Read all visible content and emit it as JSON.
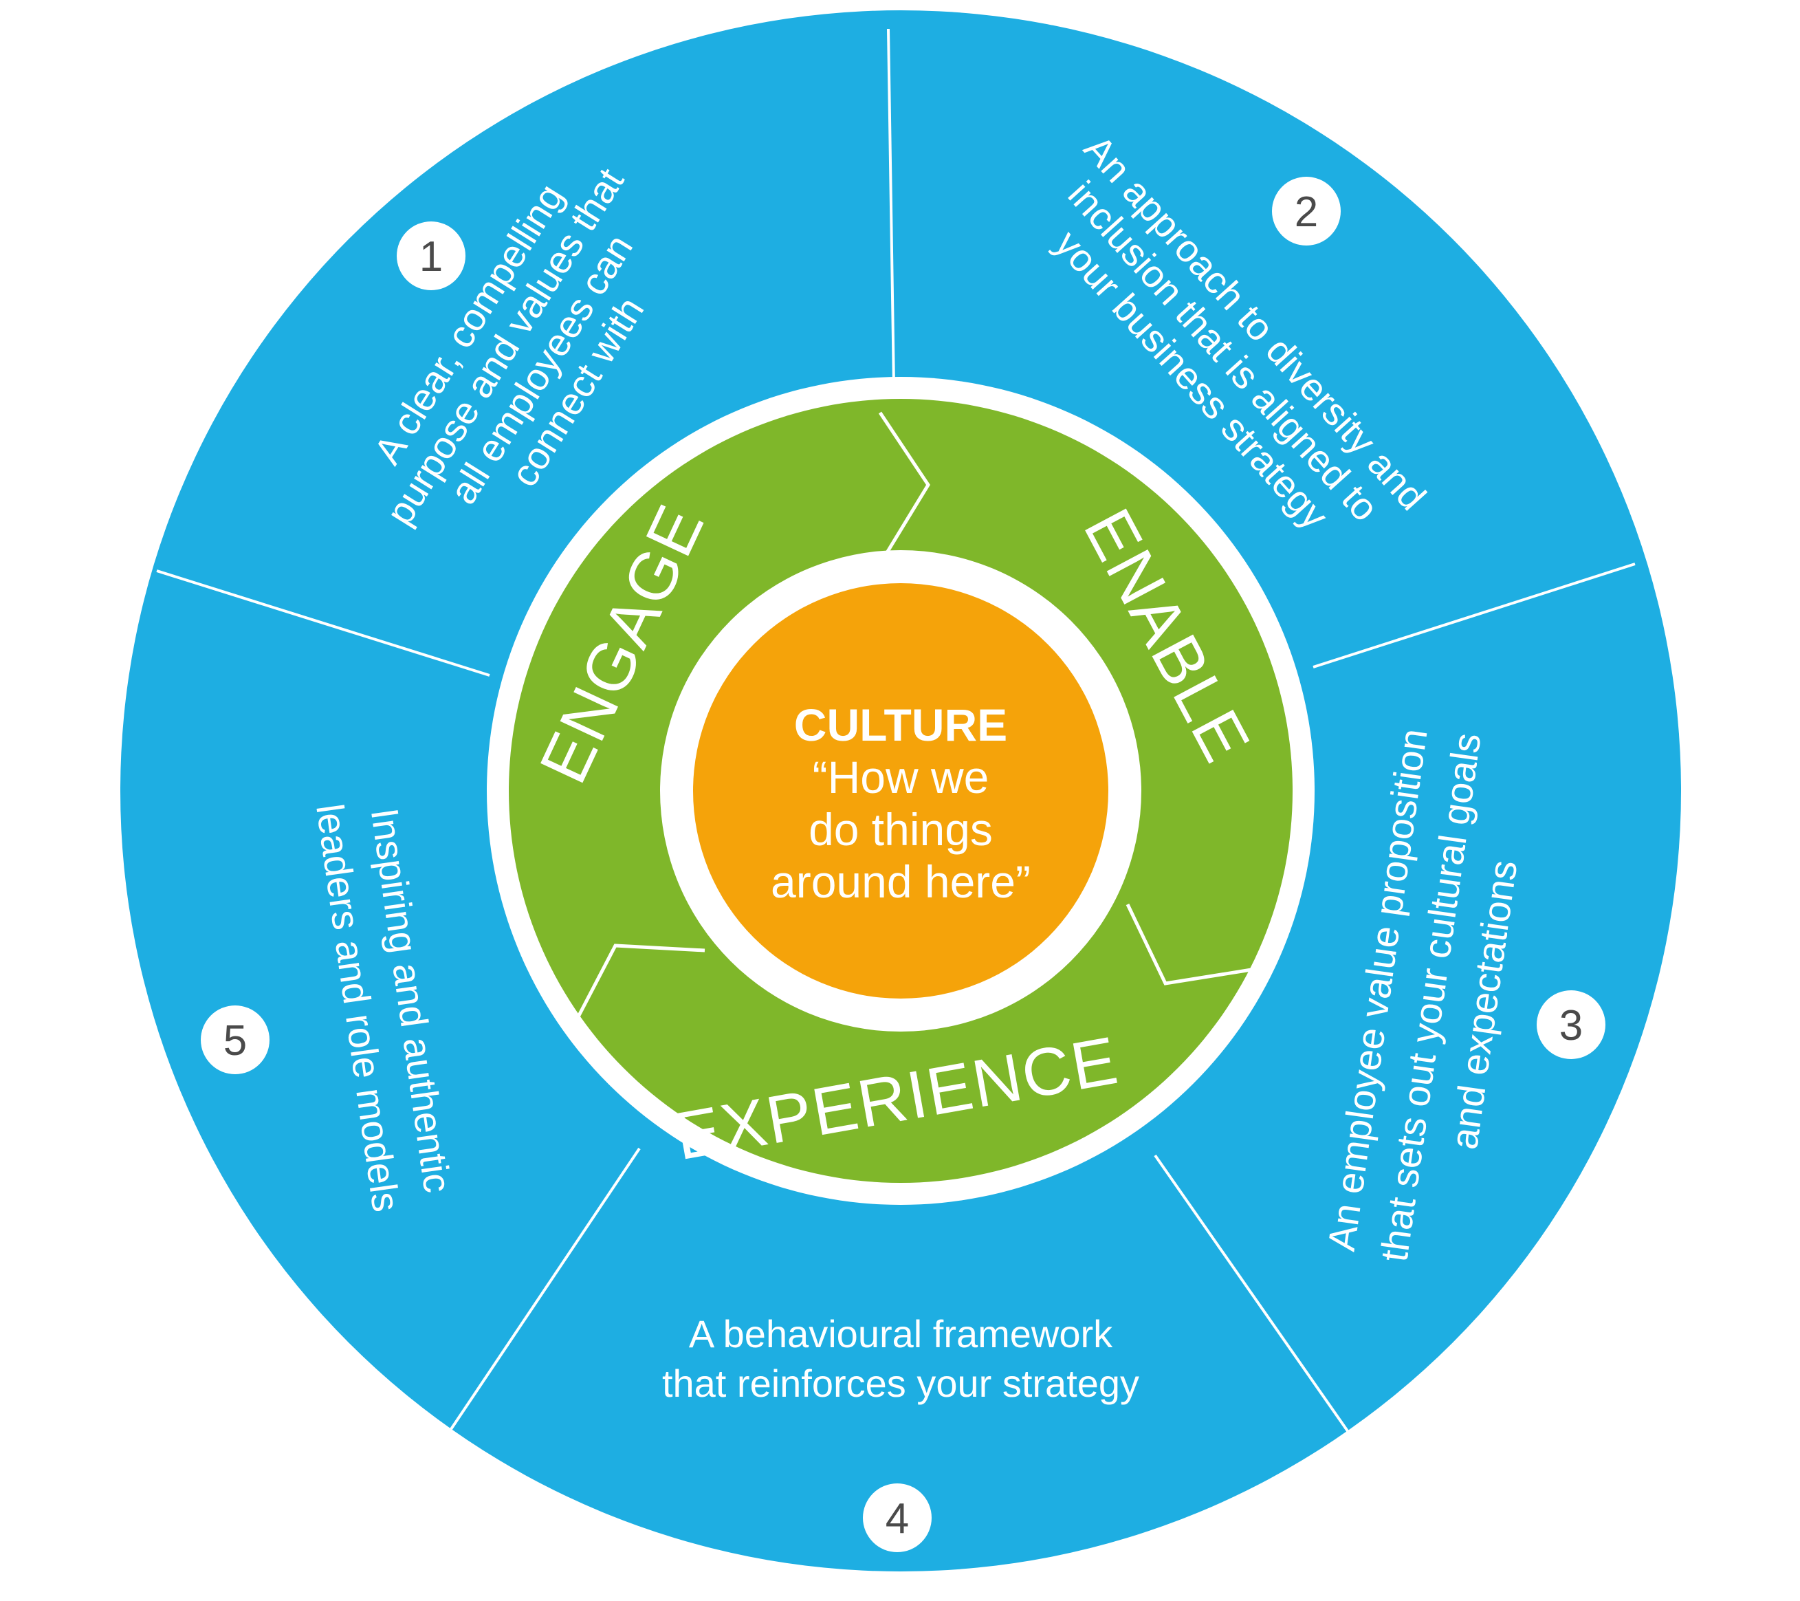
{
  "colors": {
    "outer_ring": "#1eaee2",
    "inner_ring": "#7fb72a",
    "core": "#f5a30a",
    "divider": "#ffffff",
    "number_text": "#4a4a4a"
  },
  "segments": [
    {
      "number": "1",
      "lines": [
        "A clear, compelling",
        "purpose and values that",
        "all employees can",
        "connect with"
      ]
    },
    {
      "number": "2",
      "lines": [
        "An approach to diversity and",
        "inclusion that is aligned to",
        "your business strategy"
      ]
    },
    {
      "number": "3",
      "lines": [
        "An employee value proposition",
        "that sets out your cultural goals",
        "and expectations"
      ]
    },
    {
      "number": "4",
      "lines": [
        "A behavioural framework",
        "that reinforces your strategy"
      ]
    },
    {
      "number": "5",
      "lines": [
        "Inspiring and authentic",
        "leaders and role models"
      ]
    }
  ],
  "stages": [
    {
      "label": "ENGAGE"
    },
    {
      "label": "ENABLE"
    },
    {
      "label": "EXPERIENCE"
    }
  ],
  "core": {
    "title": "CULTURE",
    "lines": [
      "“How we",
      "do things",
      "around here”"
    ]
  }
}
